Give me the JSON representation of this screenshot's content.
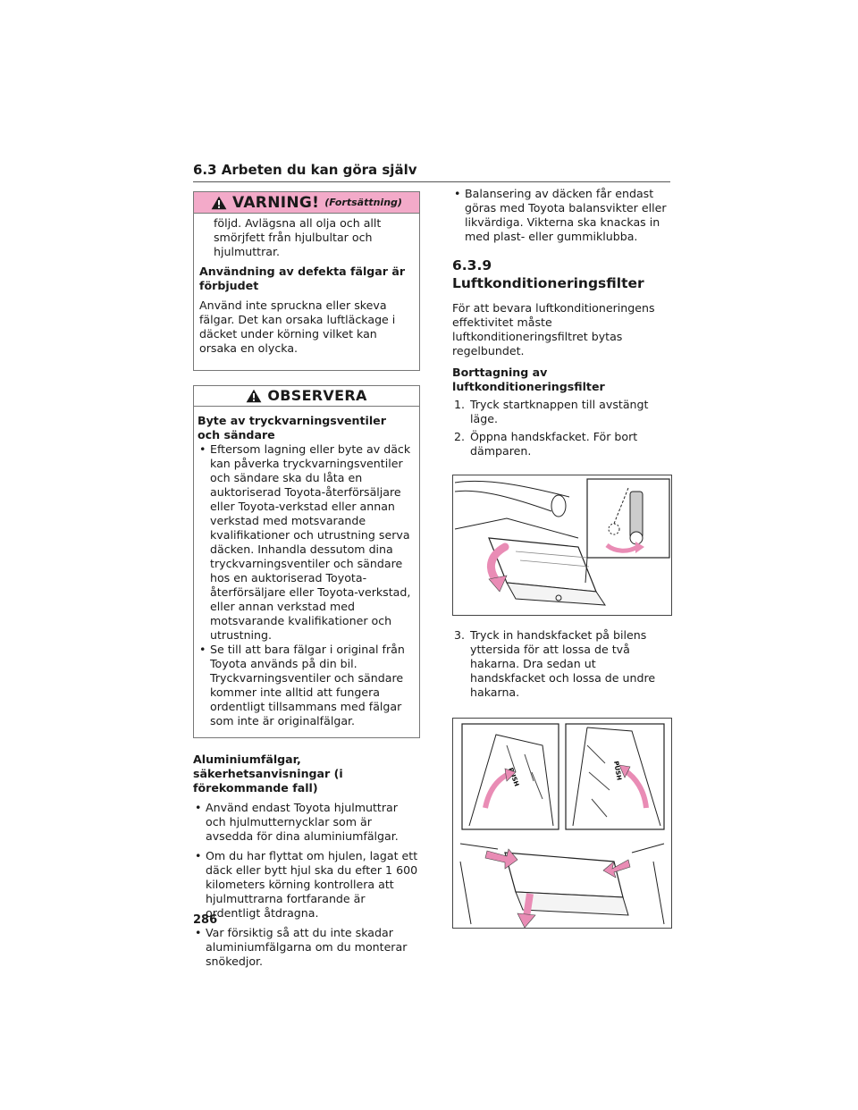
{
  "header": {
    "section": "6.3 Arbeten du kan göra själv"
  },
  "warning": {
    "title": "VARNING!",
    "continued": "(Fortsättning)",
    "intro": "följd. Avlägsna all olja och allt smörjfett från hjulbultar och hjulmuttrar.",
    "heading": "Användning av defekta fälgar är förbjudet",
    "text": "Använd inte spruckna eller skeva fälgar. Det kan orsaka luftläckage i däcket under körning vilket kan orsaka en olycka."
  },
  "observera": {
    "title": "OBSERVERA",
    "heading": "Byte av tryckvarningsventiler och sändare",
    "bullets": [
      "Eftersom lagning eller byte av däck kan påverka tryckvarningsventiler och sändare ska du låta en auktoriserad Toyota-återförsäljare eller Toyota-verkstad eller annan verkstad med motsvarande kvalifikationer och utrustning serva däcken. Inhandla dessutom dina tryckvarningsventiler och sändare hos en auktoriserad Toyota-återförsäljare eller Toyota-verkstad, eller annan verkstad med motsvarande kvalifikationer och utrustning.",
      "Se till att bara fälgar i original från Toyota används på din bil. Tryckvarningsventiler och sändare kommer inte alltid att fungera ordentligt tillsammans med fälgar som inte är originalfälgar."
    ]
  },
  "alu": {
    "heading": "Aluminiumfälgar, säkerhetsanvisningar (i förekommande fall)",
    "bullets": [
      "Använd endast Toyota hjulmuttrar och hjulmutternycklar som är avsedda för dina aluminiumfälgar.",
      "Om du har flyttat om hjulen, lagat ett däck eller bytt hjul ska du efter 1 600 kilometers körning kontrollera att hjulmuttrarna fortfarande är ordentligt åtdragna.",
      "Var försiktig så att du inte skadar aluminiumfälgarna om du monterar snökedjor."
    ]
  },
  "right": {
    "balance_bullet": "Balansering av däcken får endast göras med Toyota balansvikter eller likvärdiga. Vikterna ska knackas in med plast- eller gummiklubba.",
    "section_title": "6.3.9  Luftkonditioneringsfilter",
    "intro": "För att bevara luftkonditioneringens effektivitet måste luftkonditioneringsfiltret bytas regelbundet.",
    "removal_heading": "Borttagning av luftkonditioneringsfilter",
    "steps": [
      {
        "num": "1.",
        "text": "Tryck startknappen till avstängt läge."
      },
      {
        "num": "2.",
        "text": "Öppna handskfacket. För bort dämparen."
      },
      {
        "num": "3.",
        "text": "Tryck in handskfacket på bilens yttersida för att lossa de två hakarna. Dra sedan ut handskfacket och lossa de undre hakarna."
      }
    ],
    "push_label": "PUSH"
  },
  "colors": {
    "warning_band": "#f3aac9",
    "arrow_fill": "#e98cb5"
  },
  "page_number": "286"
}
